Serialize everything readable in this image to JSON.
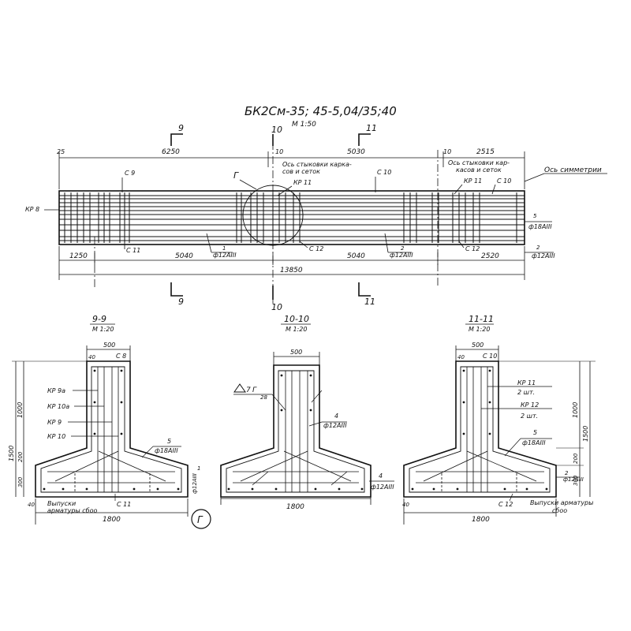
{
  "title": "БК2См-35; 45-5,04/35;40",
  "main_view": {
    "scale": "М 1:50",
    "section_marks": [
      "9",
      "10",
      "11"
    ],
    "top_dims": [
      "25",
      "6250",
      "10",
      "5030",
      "10",
      "2515"
    ],
    "notes": {
      "joint_left_1": "Ось стыковки карка-",
      "joint_left_2": "сов и сеток",
      "joint_right_1": "Ось стыковки кар-",
      "joint_right_2": "касов и сеток",
      "symmetry_axis": "Ось симметрии"
    },
    "labels": {
      "kr8": "КР 8",
      "c9": "С 9",
      "c10": "С 10",
      "c10b": "С 10",
      "kr11a": "КР 11",
      "kr11b": "КР 11",
      "c11": "С 11",
      "c12a": "С 12",
      "c12b": "С 12",
      "node": "Г",
      "rebar1": "ф12АIII",
      "rebar2": "ф12АIII",
      "rebar5": "ф18АIII",
      "rebar2b": "ф12АIII",
      "pos1": "1",
      "pos2": "2",
      "pos5": "5",
      "pos2b": "2"
    },
    "bottom_dims": [
      "1250",
      "5040",
      "5040",
      "2520"
    ],
    "total_length": "13850"
  },
  "sections": [
    {
      "title": "9-9",
      "scale": "М 1:20",
      "width_top": "500",
      "width_bottom": "1800",
      "dim_40": "40",
      "dim_40b": "40",
      "heights": [
        "1500",
        "1000",
        "200",
        "300"
      ],
      "labels": [
        "С 8",
        "КР 9а",
        "КР 10а",
        "КР 9",
        "КР 10",
        "5",
        "ф18АIII",
        "1",
        "ф12АIII",
        "С 11"
      ],
      "note_1": "Выпуски",
      "note_2": "арматуры сбоо",
      "node_ref": "Г"
    },
    {
      "title": "10-10",
      "scale": "М 1:20",
      "width_top": "500",
      "width_bottom": "1800",
      "weld": "7",
      "weld_mark": "Г",
      "weld_len": "28",
      "labels": [
        "4",
        "ф12АIII",
        "4",
        "ф12АIII"
      ]
    },
    {
      "title": "11-11",
      "scale": "М 1:20",
      "width_top": "500",
      "width_bottom": "1800",
      "dim_40": "40",
      "dim_40b": "40",
      "heights": [
        "1500",
        "1000",
        "200",
        "300"
      ],
      "labels": [
        "С 10",
        "КР 11",
        "2 шт.",
        "КР 12",
        "2 шт.",
        "5",
        "ф18АIII",
        "2",
        "ф12АIII",
        "С 12"
      ],
      "note_1": "Выпуски арматуры",
      "note_2": "сбоо"
    }
  ]
}
